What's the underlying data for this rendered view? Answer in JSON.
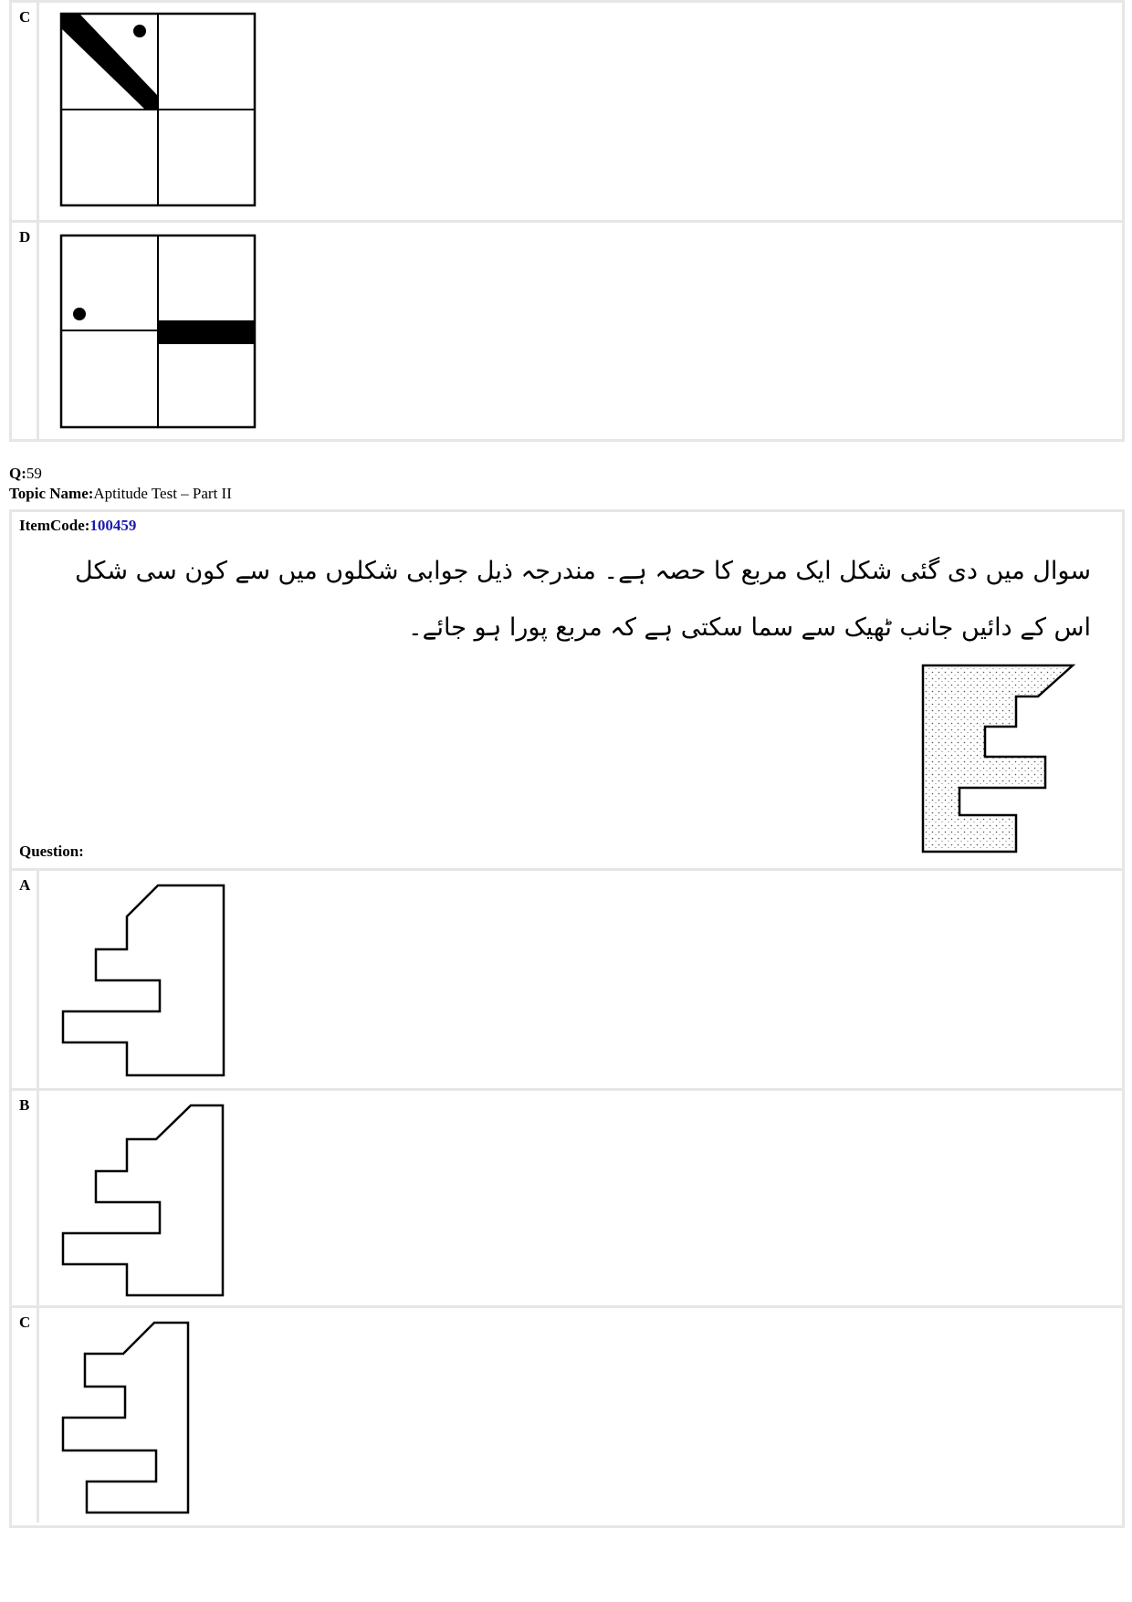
{
  "prev_options": [
    {
      "letter": "C"
    },
    {
      "letter": "D"
    }
  ],
  "question": {
    "q_label": "Q:",
    "q_number": "59",
    "topic_label": "Topic Name:",
    "topic_value": "Aptitude Test – Part II",
    "itemcode_label": "ItemCode:",
    "itemcode_value": "100459",
    "urdu_text": "سوال میں دی گئی شکل ایک مربع کا حصہ ہے۔ مندرجہ ذیل جوابی شکلوں میں سے کون سی شکل اس کے دائیں جانب ٹھیک سے سما سکتی ہے کہ مربع پورا ہو جائے۔",
    "question_label": "Question:"
  },
  "options": [
    {
      "letter": "A"
    },
    {
      "letter": "B"
    },
    {
      "letter": "C"
    }
  ]
}
